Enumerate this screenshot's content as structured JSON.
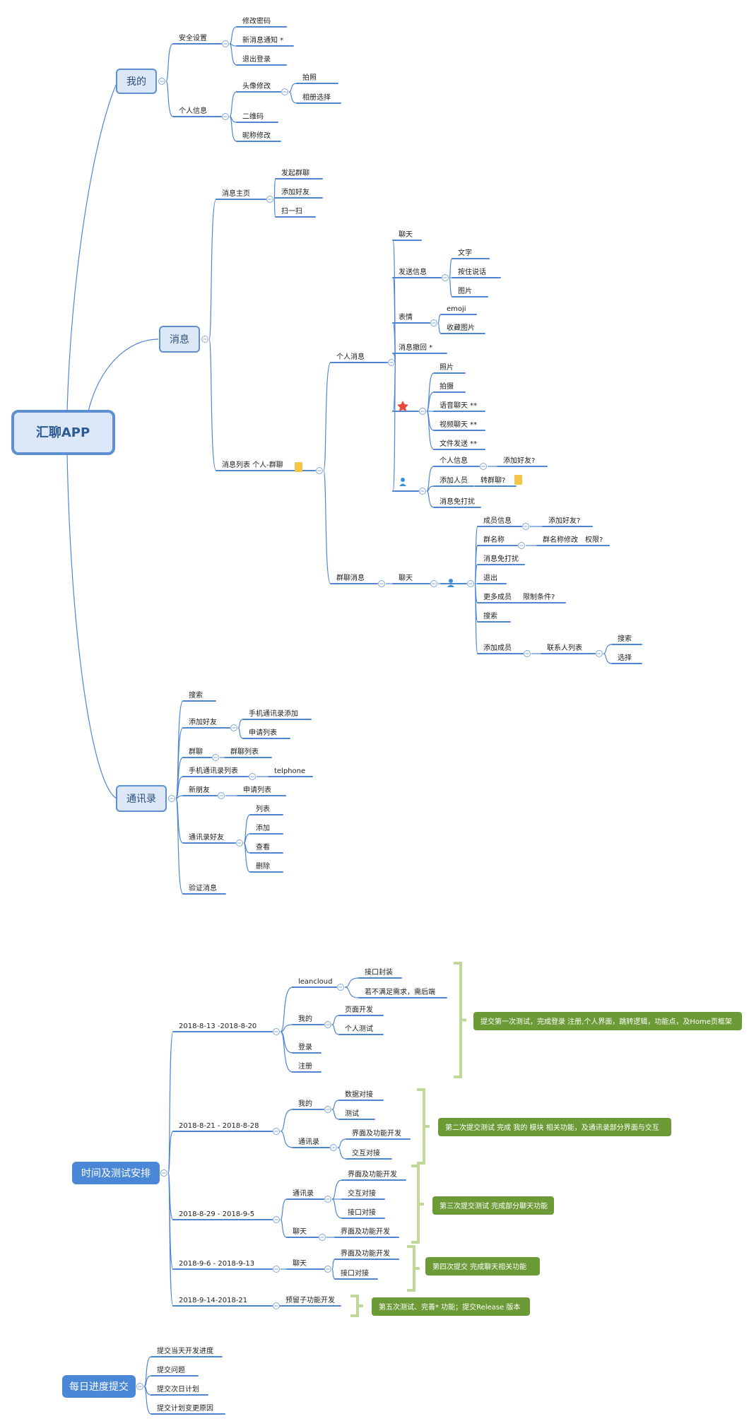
{
  "root": "汇聊APP",
  "wode": {
    "title": "我的",
    "security": "安全设置",
    "change_pwd": "修改密码",
    "notify": "新消息通知 *",
    "logout": "退出登录",
    "profile": "个人信息",
    "avatar": "头像修改",
    "photo": "拍照",
    "album": "相册选择",
    "qrcode": "二维码",
    "nickname": "昵称修改"
  },
  "msg": {
    "title": "消息",
    "home": "消息主页",
    "group_chat": "发起群聊",
    "add_friend": "添加好友",
    "scan": "扫一扫",
    "list": "消息列表 个人-群聊",
    "personal": "个人消息",
    "chat": "聊天",
    "send": "发送信息",
    "text": "文字",
    "voice": "按住说话",
    "image": "图片",
    "emoji": "表情",
    "emoji_item": "emoji",
    "fav_img": "收藏图片",
    "recall": "消息撤回 *",
    "photo": "照片",
    "shoot": "拍摄",
    "voice_call": "语音聊天 **",
    "video_call": "视频聊天 **",
    "file": "文件发送 **",
    "pinfo": "个人信息",
    "add_friend_q": "添加好友?",
    "add_member": "添加人员",
    "to_group": "转群聊?",
    "mute": "消息免打扰",
    "group_msg": "群聊消息",
    "group_chat_node": "聊天",
    "member_info": "成员信息",
    "add_friend_q2": "添加好友?",
    "group_name": "群名称",
    "rename": "群名称修改",
    "perm": "权限?",
    "mute2": "消息免打扰",
    "quit": "退出",
    "more_members": "更多成员",
    "limit": "限制条件?",
    "search": "搜索",
    "add_members": "添加成员",
    "contacts_list": "联系人列表",
    "search2": "搜索",
    "select": "选择"
  },
  "contacts": {
    "title": "通讯录",
    "search": "搜索",
    "add_friend": "添加好友",
    "phone_add": "手机通讯录添加",
    "req_list": "申请列表",
    "group": "群聊",
    "group_list": "群聊列表",
    "phone_list": "手机通讯录列表",
    "telphone": "telphone",
    "new_friend": "新朋友",
    "req_list2": "申请列表",
    "friends": "通讯录好友",
    "list": "列表",
    "add": "添加",
    "view": "查看",
    "delete": "删除",
    "verify": "验证消息"
  },
  "schedule": {
    "title": "时间及测试安排",
    "p1": "2018-8-13 -2018-8-20",
    "leancloud": "leancloud",
    "api_wrap": "接口封装",
    "backend": "若不满足需求，需后端",
    "mine1": "我的",
    "page_dev": "页面开发",
    "personal_test": "个人测试",
    "login": "登录",
    "register": "注册",
    "note1": "提交第一次测试，完成登录 注册,个人界面，跳转逻辑，功能点，及Home页框架",
    "p2": "2018-8-21 - 2018-8-28",
    "mine2": "我的",
    "data_api": "数据对接",
    "test": "测试",
    "contacts2": "通讯录",
    "ui_dev": "界面及功能开发",
    "interact": "交互对接",
    "note2": "第二次提交测试  完成 我的 模块 相关功能，及通讯录部分界面与交互",
    "p3": "2018-8-29 - 2018-9-5",
    "contacts3": "通讯录",
    "ui_dev3": "界面及功能开发",
    "interact3": "交互对接",
    "api3": "接口对接",
    "chat3": "聊天",
    "ui_dev3b": "界面及功能开发",
    "note3": "第三次提交测试 完成部分聊天功能",
    "p4": "2018-9-6 - 2018-9-13",
    "chat4": "聊天",
    "ui_dev4": "界面及功能开发",
    "api4": "接口对接",
    "note4": "第四次提交  完成聊天相关功能",
    "p5": "2018-9-14-2018-21",
    "reserve": "预留子功能开发",
    "note5": "第五次测试、完善* 功能；提交Release 版本"
  },
  "daily": {
    "title": "每日进度提交",
    "i1": "提交当天开发进度",
    "i2": "提交问题",
    "i3": "提交次日计划",
    "i4": "提交计划变更原因"
  },
  "colors": {
    "line": "#4f86d4",
    "box_fill": "#dce8f7",
    "box_stroke": "#5e8fd0",
    "tl_fill": "#4a87d6",
    "note_fill": "#6b9a36",
    "bracket": "#c0d89a"
  }
}
